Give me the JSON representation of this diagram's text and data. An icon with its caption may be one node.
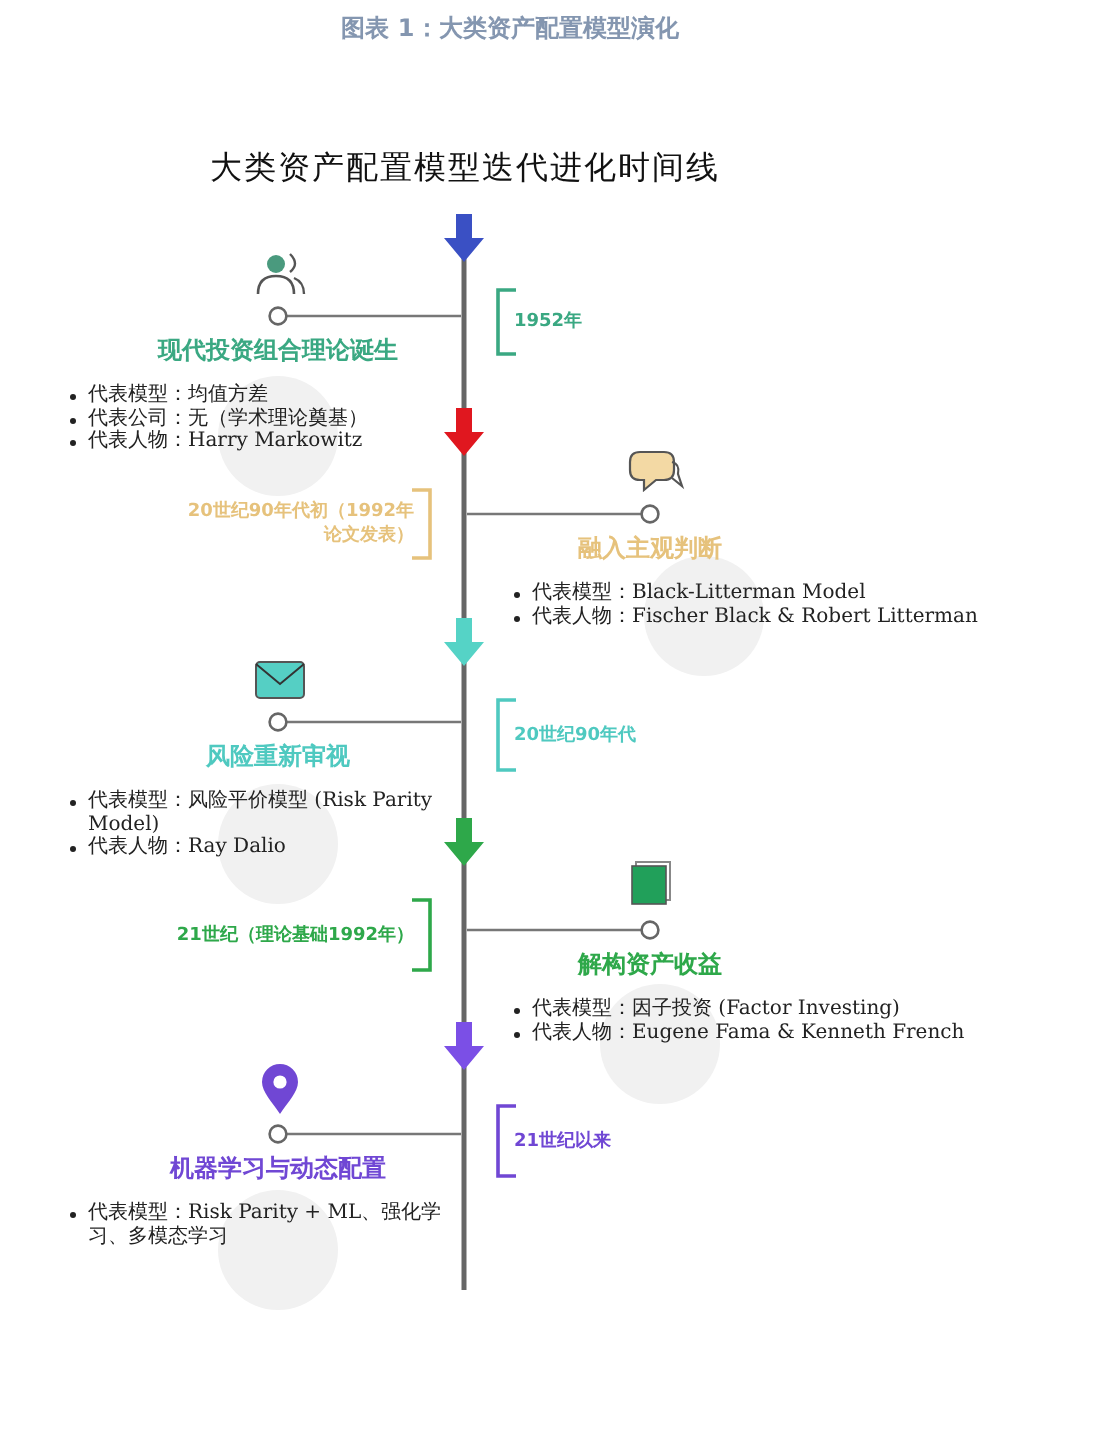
{
  "diagram": {
    "title": "图表 1：大类资产配置模型演化",
    "labels": [
      "大类资产配置模型迭代进化时间线",
      "1952年",
      "20世纪90年代初（1992年论文发表）",
      "20世纪90年代",
      "21世纪（理论基础1992年）",
      "21世纪以来"
    ],
    "nodes": [
      {
        "text": [
          "现代投资组合理论诞生",
          "代表模型：均值方差",
          "代表公司：无（学术理论奠基）",
          "代表人物：Harry Markowitz"
        ]
      },
      {
        "text": [
          "融入主观判断",
          "代表模型：Black-Litterman Model",
          "代表人物：Fischer Black & Robert Litterman"
        ]
      },
      {
        "text": [
          "风险重新审视",
          "代表模型：风险平价模型 (Risk Parity Model)",
          "代表人物：Ray Dalio"
        ]
      },
      {
        "text": [
          "解构资产收益",
          "代表模型：因子投资 (Factor Investing)",
          "代表人物：Eugene Fama & Kenneth French"
        ]
      },
      {
        "text": [
          "机器学习与动态配置",
          "代表模型：Risk Parity + ML、强化学习、多模态学习"
        ]
      }
    ],
    "edges": [
      {
        "from": null,
        "to": 0,
        "arrow": "other"
      },
      {
        "from": null,
        "to": 1,
        "arrow": "other"
      },
      {
        "from": null,
        "to": 2,
        "arrow": "other"
      },
      {
        "from": null,
        "to": 3,
        "arrow": "other"
      },
      {
        "from": null,
        "to": 4,
        "arrow": "other"
      }
    ]
  }
}
